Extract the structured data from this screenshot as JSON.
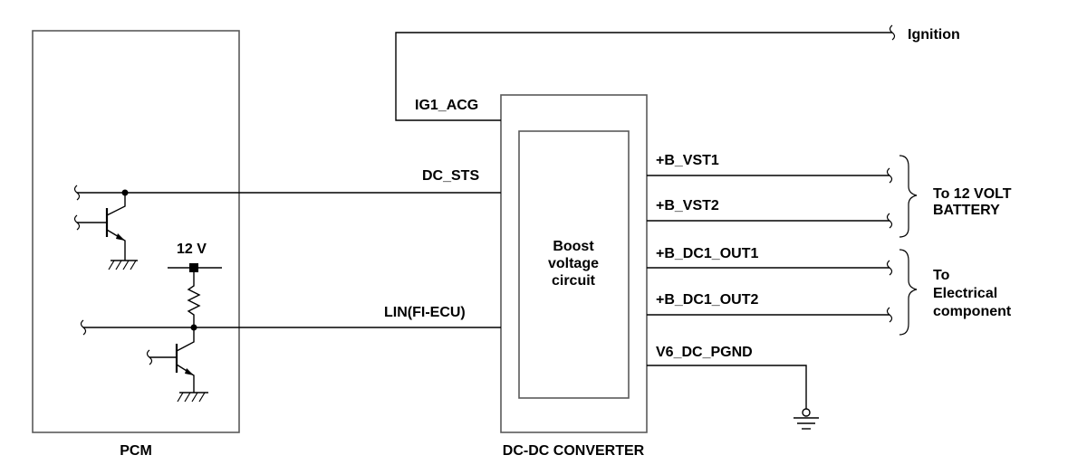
{
  "pcm": {
    "name": "PCM",
    "supply_voltage": "12 V"
  },
  "converter": {
    "name": "DC-DC CONVERTER",
    "inner_block": [
      "Boost",
      "voltage",
      "circuit"
    ],
    "inputs": {
      "ig1": "IG1_ACG",
      "status": "DC_STS",
      "lin": "LIN(FI-ECU)"
    },
    "outputs": {
      "vst1": "+B_VST1",
      "vst2": "+B_VST2",
      "out1": "+B_DC1_OUT1",
      "out2": "+B_DC1_OUT2",
      "pgnd": "V6_DC_PGND"
    }
  },
  "destinations": {
    "ignition": "Ignition",
    "battery": [
      "To 12 VOLT",
      "BATTERY"
    ],
    "electrical": [
      "To",
      "Electrical",
      "component"
    ]
  }
}
